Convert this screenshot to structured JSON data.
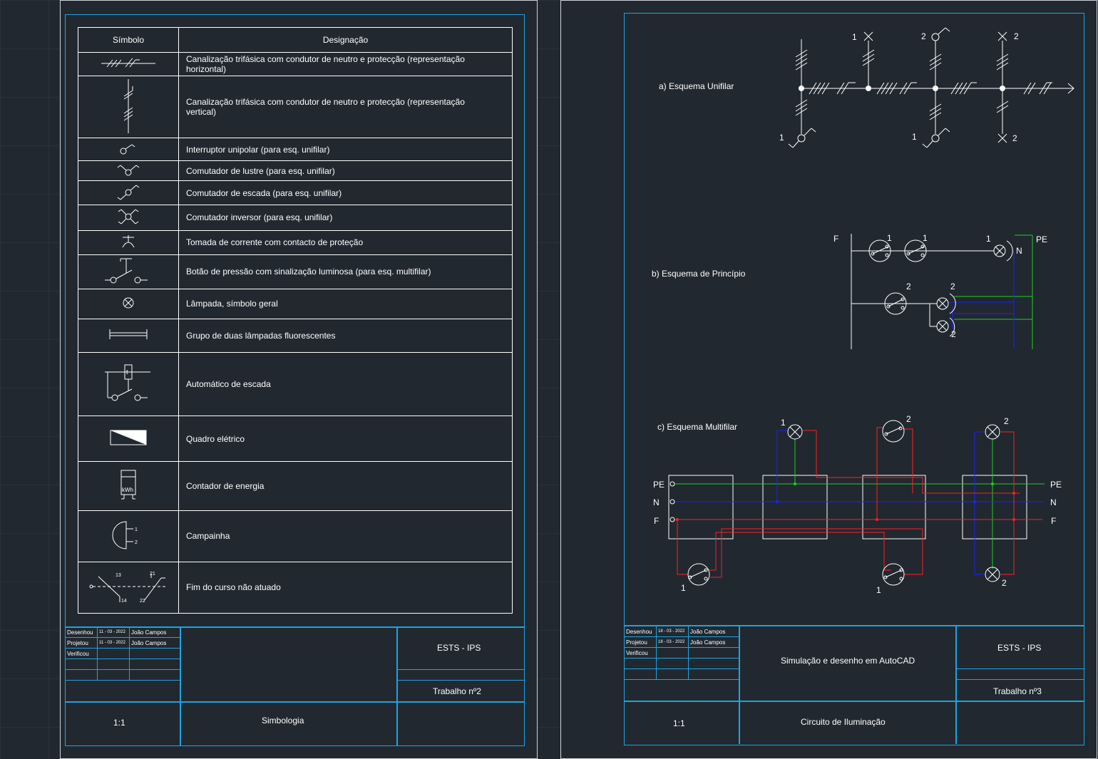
{
  "sheet1": {
    "symbol_table": {
      "headers": [
        "Símbolo",
        "Designação"
      ],
      "rows": [
        {
          "icon": "three-phase-conduit-horizontal-icon",
          "text": "Canalização trifásica com condutor de neutro e protecção (representação horizontal)"
        },
        {
          "icon": "three-phase-conduit-vertical-icon",
          "text": "Canalização trifásica com condutor de neutro e protecção (representação vertical)"
        },
        {
          "icon": "single-pole-switch-icon",
          "text": "Interruptor unipolar (para esq. unifilar)"
        },
        {
          "icon": "chandelier-switch-icon",
          "text": "Comutador de lustre (para esq. unifilar)"
        },
        {
          "icon": "stair-switch-icon",
          "text": "Comutador de escada (para esq. unifilar)"
        },
        {
          "icon": "inverter-switch-icon",
          "text": "Comutador inversor (para esq. unifilar)"
        },
        {
          "icon": "socket-outlet-icon",
          "text": "Tomada de corrente com contacto de proteção"
        },
        {
          "icon": "illuminated-push-button-icon",
          "text": "Botão de pressão com sinalização luminosa (para esq. multifilar)"
        },
        {
          "icon": "lamp-icon",
          "text": "Lâmpada, símbolo geral"
        },
        {
          "icon": "fluorescent-lamps-icon",
          "text": "Grupo de duas lâmpadas fluorescentes"
        },
        {
          "icon": "stair-timer-icon",
          "text": "Automático de escada"
        },
        {
          "icon": "electrical-panel-icon",
          "text": "Quadro elétrico"
        },
        {
          "icon": "energy-meter-icon",
          "text": "Contador de energia"
        },
        {
          "icon": "bell-icon",
          "text": "Campainha"
        },
        {
          "icon": "limit-switch-icon",
          "text": "Fim do curso não atuado"
        }
      ],
      "meter_label": "kWh",
      "bell_labels": [
        "1",
        "2"
      ],
      "limit_labels": [
        "13",
        "14",
        "21",
        "22"
      ]
    },
    "title_block": {
      "rows": [
        {
          "role": "Desenhou",
          "date": "11 - 03 - 2022",
          "name": "João Campos"
        },
        {
          "role": "Projetou",
          "date": "11 - 03 - 2022",
          "name": "João Campos"
        },
        {
          "role": "Verificou",
          "date": "",
          "name": ""
        }
      ],
      "scale": "1:1",
      "title": "Simbologia",
      "school": "ESTS - IPS",
      "work": "Trabalho nº2"
    }
  },
  "sheet2": {
    "unifilar": {
      "title": "a) Esquema Unifilar",
      "labels": [
        "1",
        "2",
        "2",
        "1",
        "1",
        "2"
      ]
    },
    "principle": {
      "title": "b) Esquema de Princípio",
      "labels": {
        "f": "F",
        "pe": "PE",
        "n": "N",
        "one": "1",
        "two": "2"
      }
    },
    "multifilar": {
      "title": "c) Esquema Multifilar",
      "left_labels": [
        "PE",
        "N",
        "F"
      ],
      "right_labels": [
        "PE",
        "N",
        "F"
      ],
      "numbers": {
        "one": "1",
        "two": "2"
      }
    },
    "title_block": {
      "rows": [
        {
          "role": "Desenhou",
          "date": "18 - 03 - 2022",
          "name": "João Campos"
        },
        {
          "role": "Projetou",
          "date": "18 - 03 - 2022",
          "name": "João Campos"
        },
        {
          "role": "Verificou",
          "date": "",
          "name": ""
        }
      ],
      "scale": "1:1",
      "subject": "Simulação e desenho em AutoCAD",
      "title": "Circuito de Iluminação",
      "school": "ESTS - IPS",
      "work": "Trabalho nº3"
    }
  },
  "colors": {
    "background": "#212830",
    "frame": "#1fa3df",
    "phase": "#ff2020",
    "neutral": "#2020ff",
    "earth": "#20d020"
  }
}
